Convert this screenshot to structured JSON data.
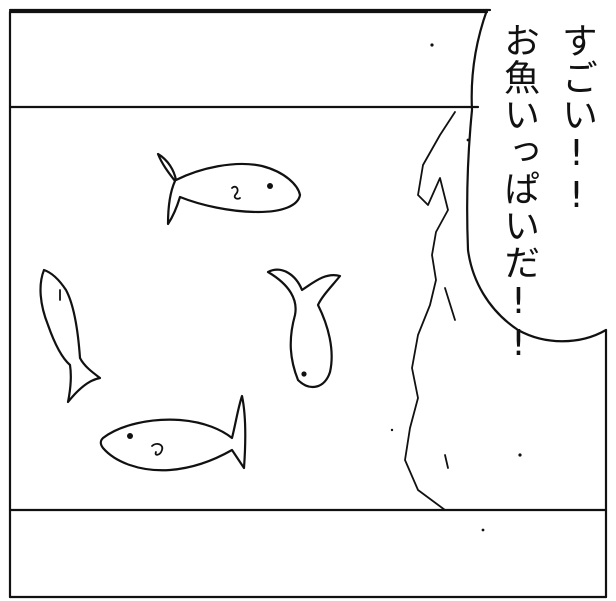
{
  "speech_bubble": {
    "lines": [
      "すごい!!",
      "お魚いっぱいだ!!"
    ]
  },
  "icons": {
    "fish_count": 4
  }
}
